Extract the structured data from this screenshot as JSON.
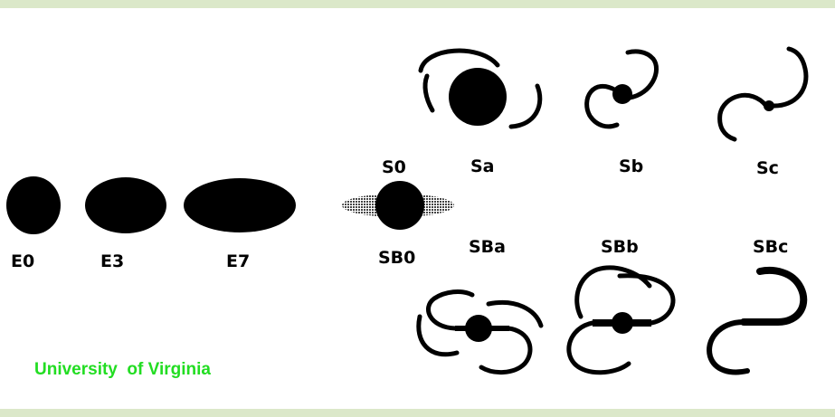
{
  "labels": {
    "e0": "E0",
    "e3": "E3",
    "e7": "E7",
    "s0": "S0",
    "sb0": "SB0",
    "sa": "Sa",
    "sb": "Sb",
    "sc": "Sc",
    "sba": "SBa",
    "sbb": "SBb",
    "sbc": "SBc"
  },
  "credit": "University  of Virginia",
  "colors": {
    "band": "#dbe8c9",
    "credit": "#22dd22",
    "ink": "#000000",
    "disk": "#999999"
  }
}
